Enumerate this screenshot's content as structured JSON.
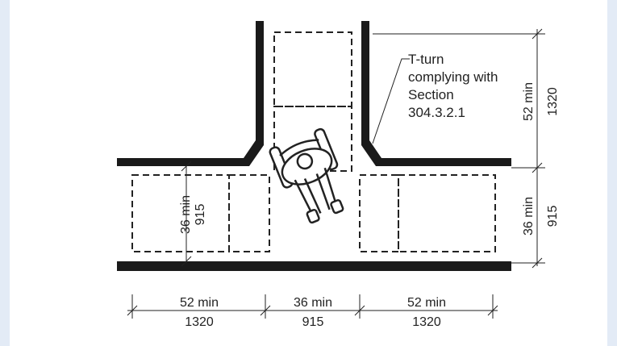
{
  "callout": {
    "line1": "T-turn",
    "line2": "complying with",
    "line3": "Section",
    "line4": "304.3.2.1"
  },
  "dims": {
    "stem_length_in": "52 min",
    "stem_length_mm": "1320",
    "cross_width_right_in": "36 min",
    "cross_width_right_mm": "915",
    "cross_width_left_in": "36 min",
    "cross_width_left_mm": "915",
    "bottom_left_in": "52 min",
    "bottom_left_mm": "1320",
    "bottom_center_in": "36 min",
    "bottom_center_mm": "915",
    "bottom_right_in": "52 min",
    "bottom_right_mm": "1320"
  },
  "colors": {
    "frame_background": "#e3ebf6",
    "wall": "#1a1a1a"
  }
}
